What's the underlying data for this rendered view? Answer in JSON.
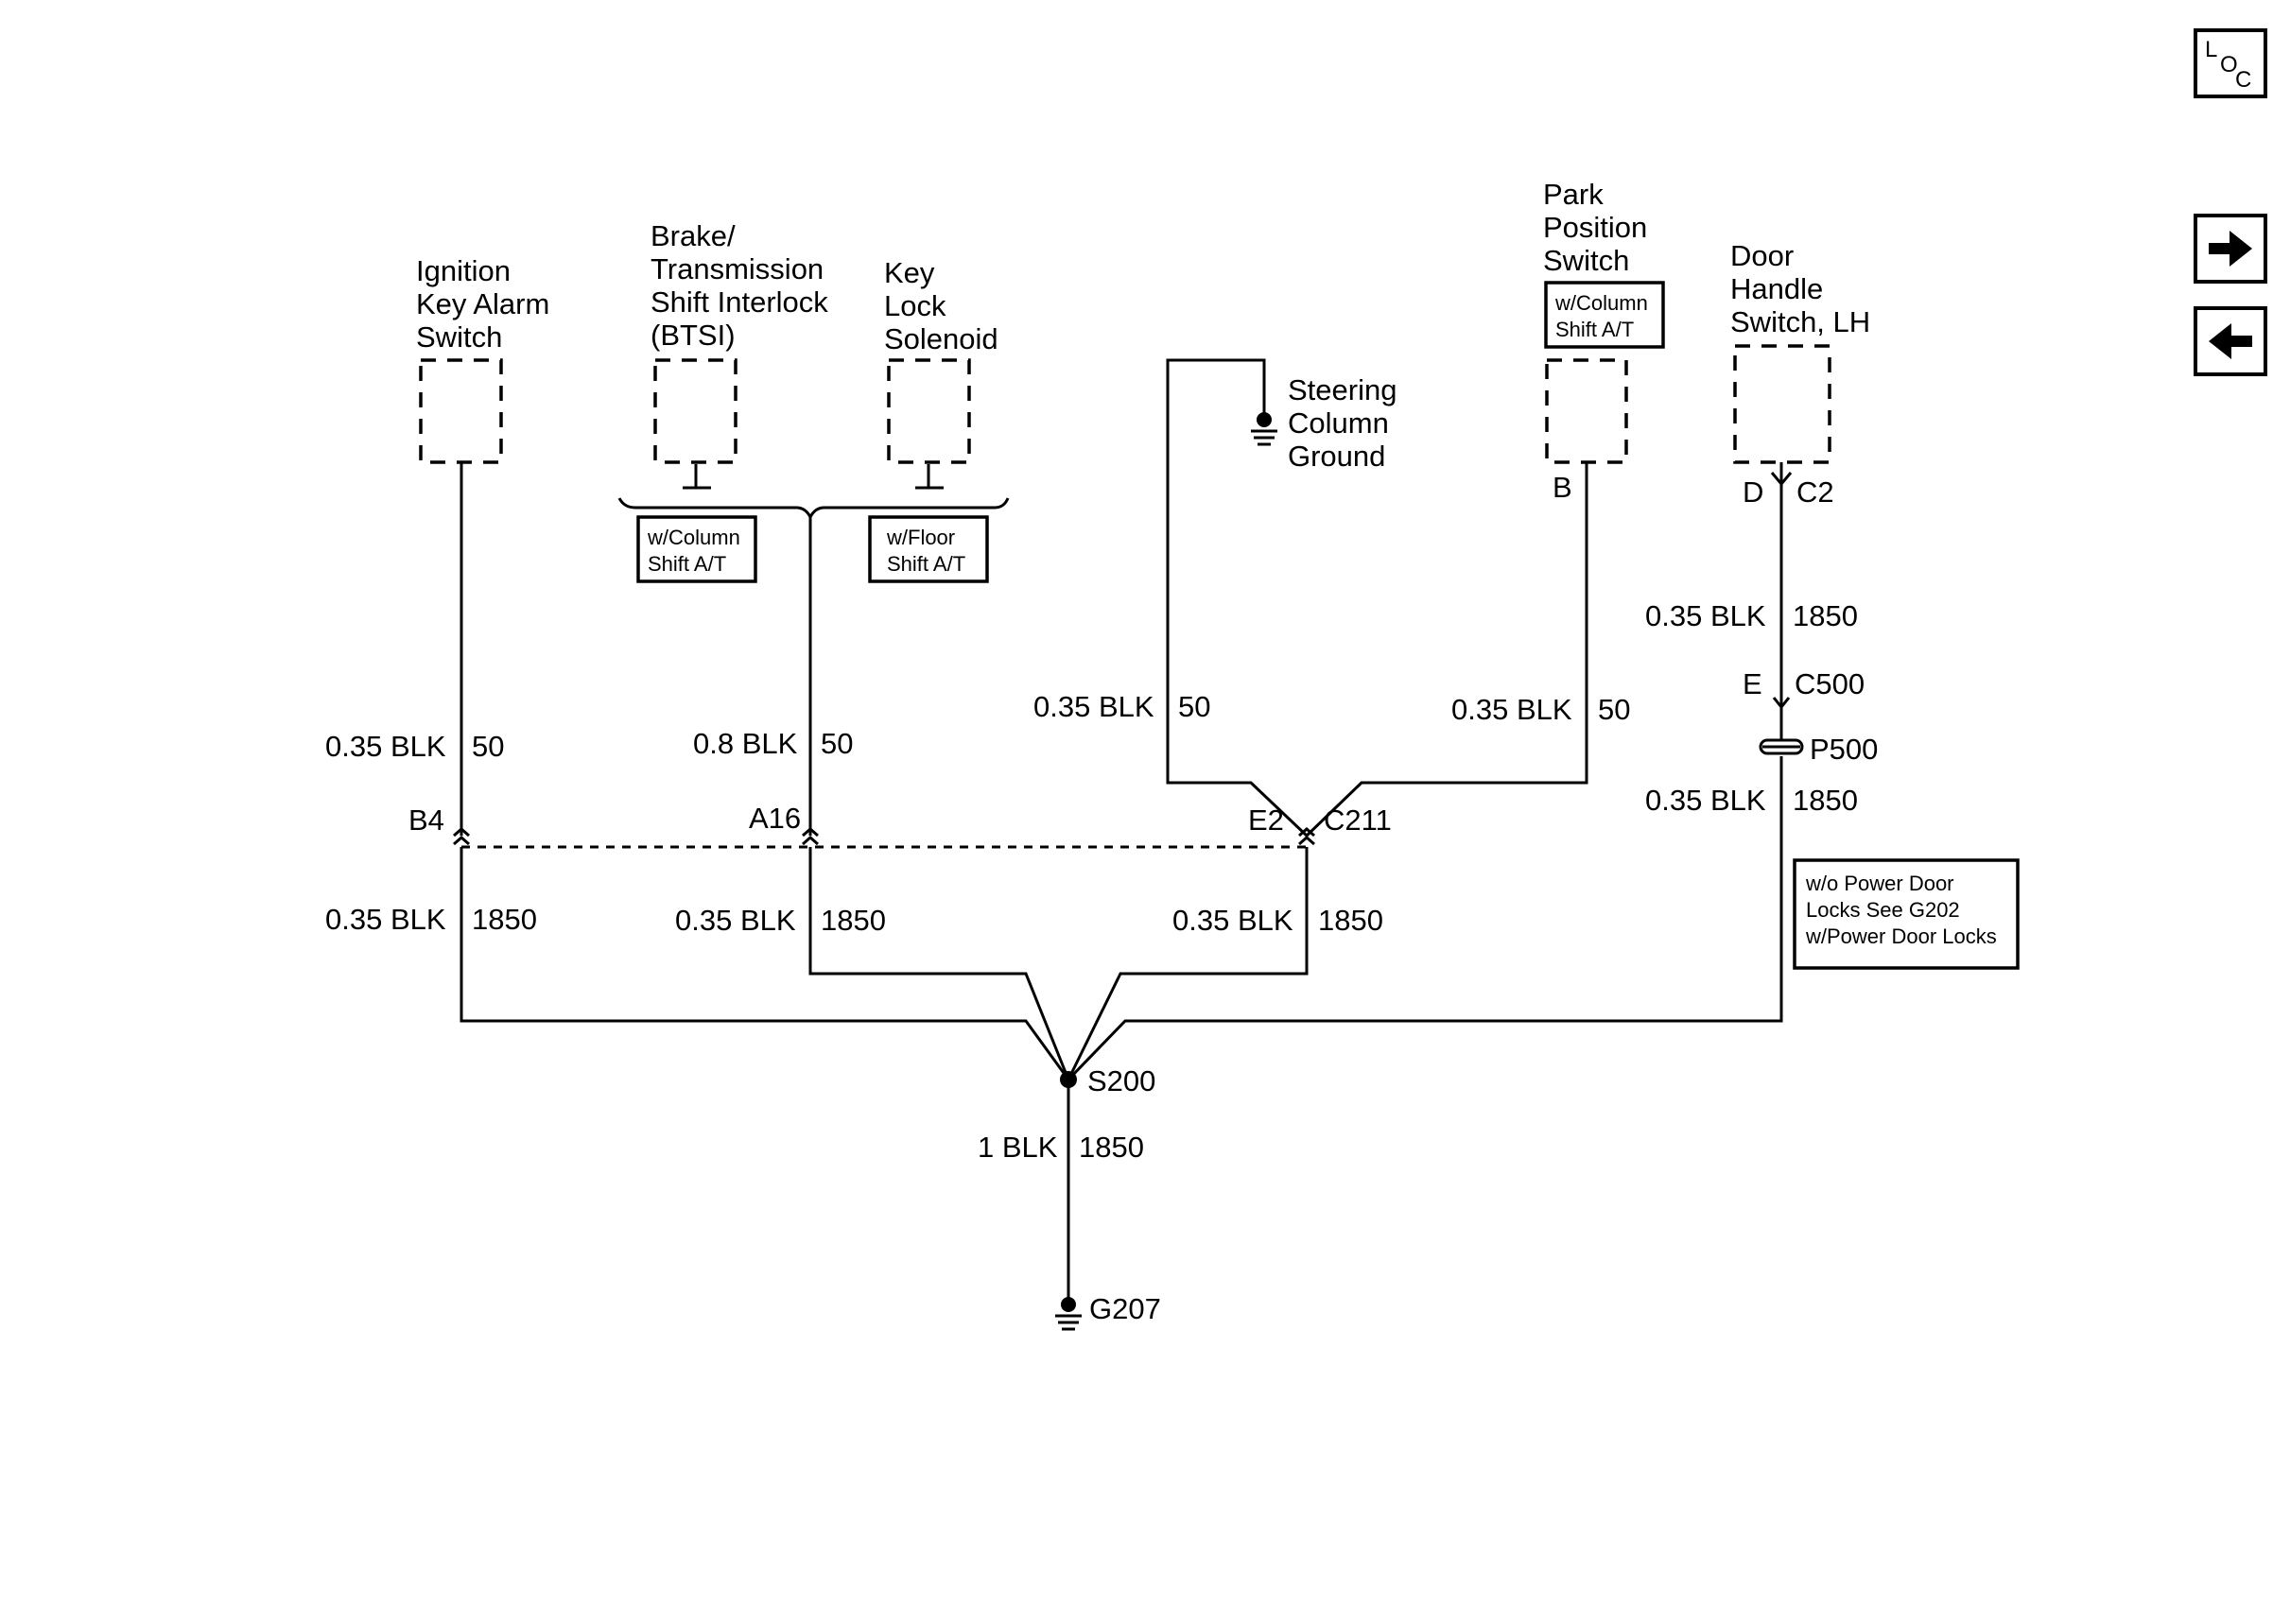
{
  "nav": {
    "loc_l": "L",
    "loc_o": "O",
    "loc_c": "C",
    "next_icon": "arrow-right-icon",
    "prev_icon": "arrow-left-icon"
  },
  "components": {
    "ignition": [
      "Ignition",
      "Key Alarm",
      "Switch"
    ],
    "btsi": [
      "Brake/",
      "Transmission",
      "Shift Interlock",
      "(BTSI)"
    ],
    "keylock": [
      "Key",
      "Lock",
      "Solenoid"
    ],
    "steering_ground": [
      "Steering",
      "Column",
      "Ground"
    ],
    "park": [
      "Park",
      "Position",
      "Switch"
    ],
    "door": [
      "Door",
      "Handle",
      "Switch, LH"
    ]
  },
  "notes": {
    "col_shift_left": [
      "w/Column",
      "Shift A/T"
    ],
    "floor_shift": [
      "w/Floor",
      "Shift A/T"
    ],
    "col_shift_park": [
      "w/Column",
      "Shift A/T"
    ],
    "power_door": [
      "w/o Power Door",
      "Locks See G202",
      "w/Power Door Locks"
    ]
  },
  "wires": {
    "ign_upper": {
      "size": "0.35 BLK",
      "circuit": "50"
    },
    "btsi_upper": {
      "size": "0.8 BLK",
      "circuit": "50"
    },
    "steer_upper": {
      "size": "0.35 BLK",
      "circuit": "50"
    },
    "park_upper": {
      "size": "0.35 BLK",
      "circuit": "50"
    },
    "door_upper": {
      "size": "0.35 BLK",
      "circuit": "1850"
    },
    "door_mid": {
      "size": "0.35 BLK",
      "circuit": "1850"
    },
    "ign_lower": {
      "size": "0.35 BLK",
      "circuit": "1850"
    },
    "btsi_lower": {
      "size": "0.35 BLK",
      "circuit": "1850"
    },
    "c211_lower": {
      "size": "0.35 BLK",
      "circuit": "1850"
    },
    "ground": {
      "size": "1 BLK",
      "circuit": "1850"
    }
  },
  "connectors": {
    "b4": "B4",
    "a16": "A16",
    "e2": "E2",
    "c211": "C211",
    "park_pin": "B",
    "door_pin": "D",
    "c2": "C2",
    "e_pin": "E",
    "c500": "C500",
    "p500": "P500"
  },
  "splice": "S200",
  "ground": "G207"
}
